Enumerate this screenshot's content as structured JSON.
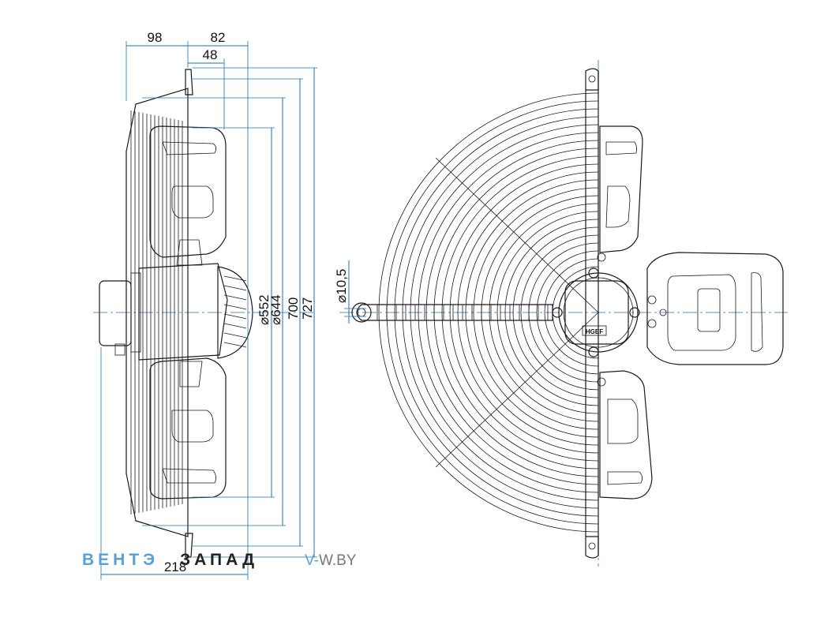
{
  "dimensions": {
    "depth_front": "98",
    "depth_rear": "82",
    "depth_inner": "48",
    "depth_total": "218",
    "dia_blade": "552",
    "dia_inner": "644",
    "height_700": "700",
    "height_727": "727",
    "hole_dia": "10,5",
    "dia_symbol": "⌀"
  },
  "logo": {
    "part1": "ВЕНТЭ",
    "part2": "ЗАПАД",
    "url_dash": "V-",
    "url": "W.BY"
  },
  "nameplate": "HGEF"
}
